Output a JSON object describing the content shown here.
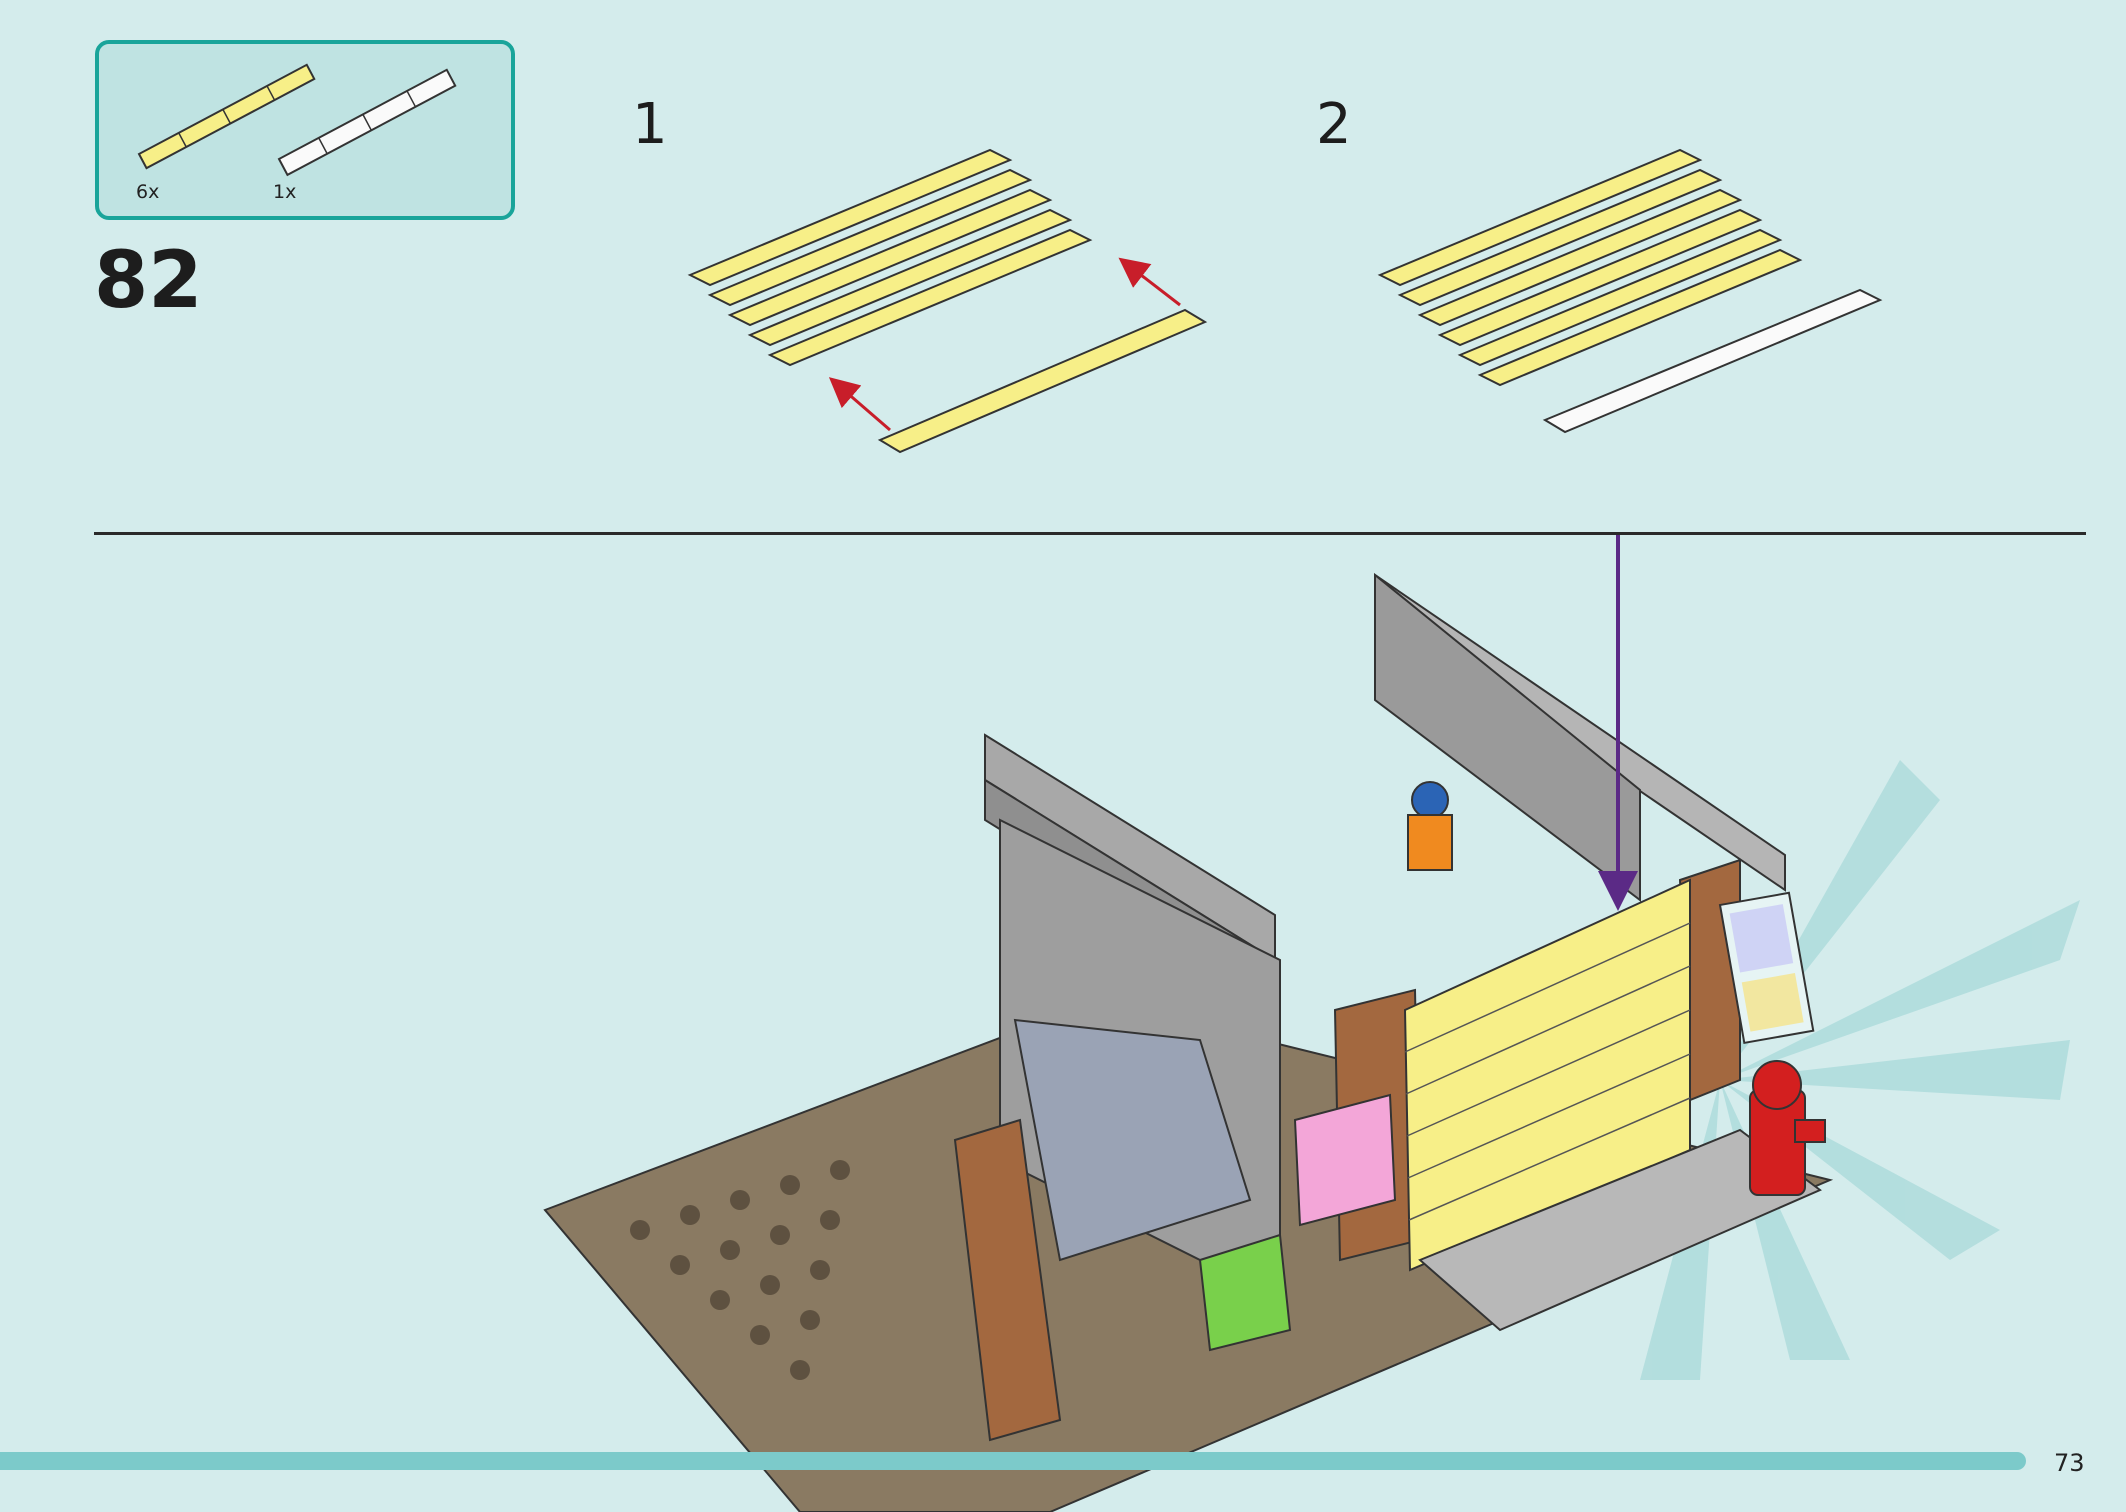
{
  "step": {
    "number": "82"
  },
  "parts_list": {
    "items": [
      {
        "qty": "6x",
        "color": "yellow"
      },
      {
        "qty": "1x",
        "color": "white"
      }
    ]
  },
  "substeps": [
    {
      "number": "1"
    },
    {
      "number": "2"
    }
  ],
  "page": {
    "number": "73"
  },
  "colors": {
    "background": "#d4ecec",
    "accent": "#19a49a",
    "yellow": "#f7ef88",
    "arrow_red": "#c81e2a",
    "arrow_purple": "#5b2a86",
    "baseplate": "#8a7a62"
  }
}
